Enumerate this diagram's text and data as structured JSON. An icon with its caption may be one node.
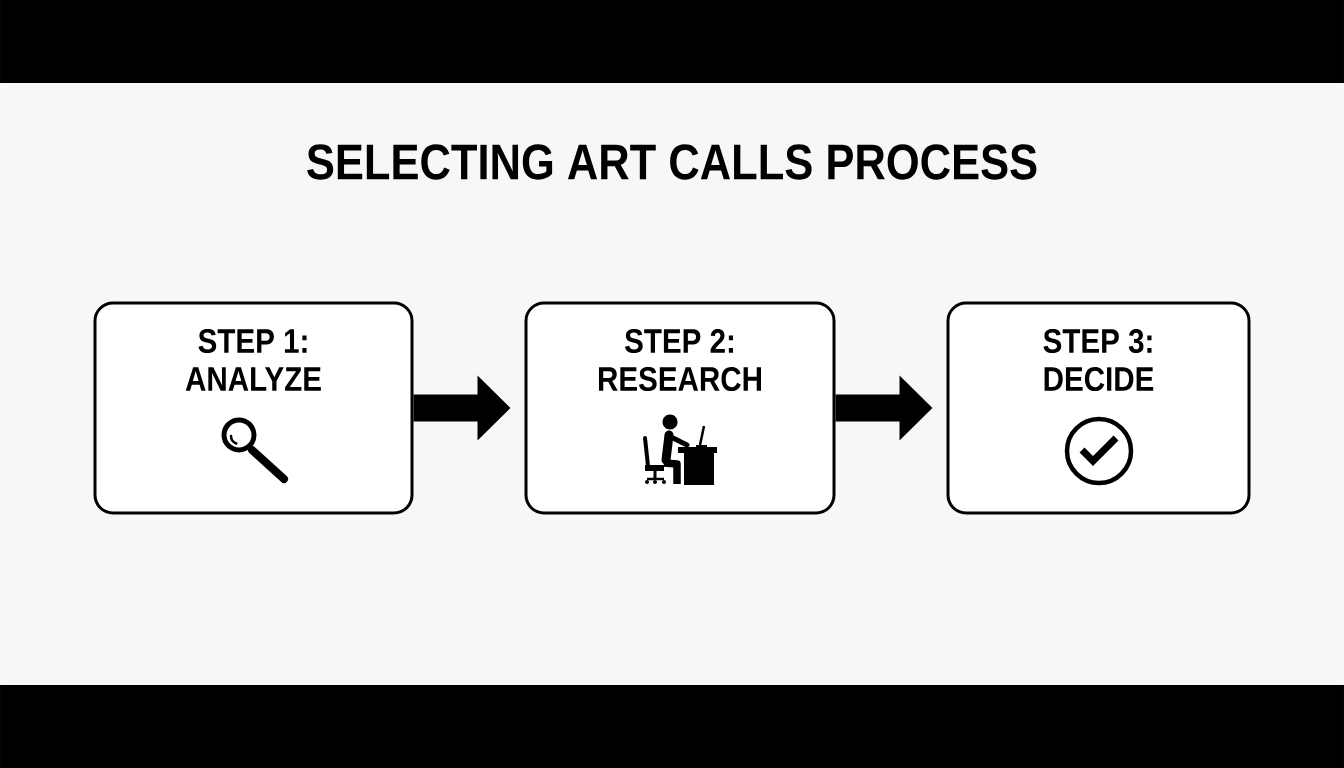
{
  "diagram": {
    "title": "SELECTING ART CALLS PROCESS",
    "nodes": [
      {
        "text": [
          "STEP 1: ANALYZE"
        ]
      },
      {
        "text": [
          "STEP 2: RESEARCH"
        ]
      },
      {
        "text": [
          "STEP 3: DECIDE"
        ]
      }
    ],
    "edges": [
      {
        "from": 0,
        "to": 1,
        "arrow": "to"
      },
      {
        "from": 1,
        "to": 2,
        "arrow": "to"
      }
    ]
  }
}
